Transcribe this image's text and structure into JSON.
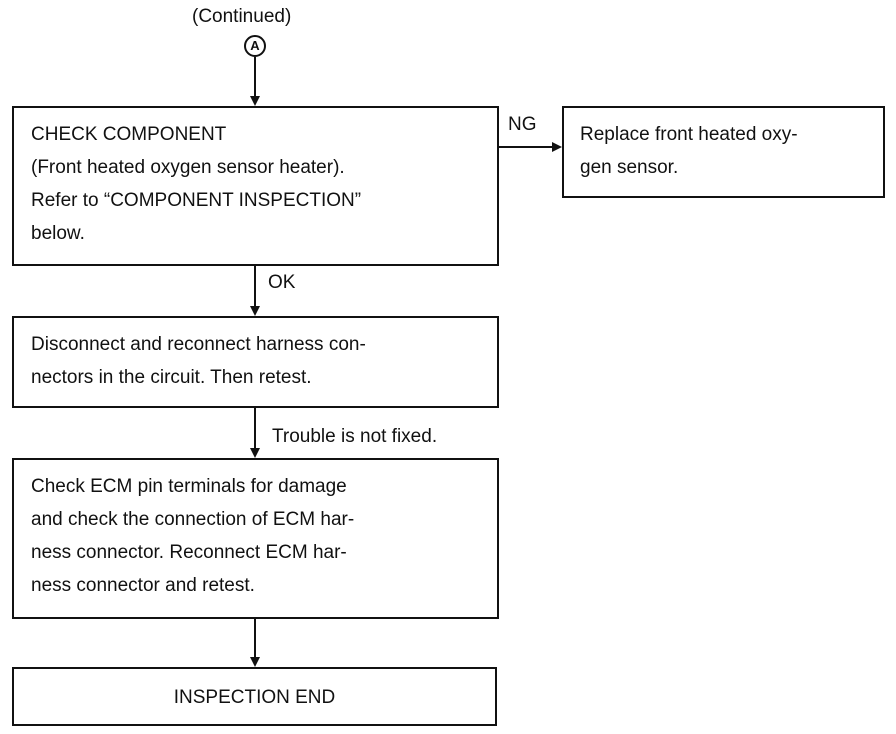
{
  "header": {
    "continued": "(Continued)",
    "marker": "A"
  },
  "steps": [
    {
      "lines": [
        "CHECK COMPONENT",
        "(Front heated oxygen sensor heater).",
        "Refer to “COMPONENT INSPECTION”",
        "below."
      ]
    },
    {
      "lines": [
        "Disconnect and reconnect harness con-",
        "nectors in the circuit. Then retest."
      ]
    },
    {
      "lines": [
        "Check ECM pin terminals for damage",
        "and check the connection of ECM har-",
        "ness connector. Reconnect ECM har-",
        "ness connector and retest."
      ]
    },
    {
      "lines": [
        "INSPECTION END"
      ]
    }
  ],
  "ng_result": {
    "lines": [
      "Replace front heated oxy-",
      "gen sensor."
    ]
  },
  "connector_labels": {
    "ng": "NG",
    "ok": "OK",
    "not_fixed": "Trouble is not fixed."
  }
}
